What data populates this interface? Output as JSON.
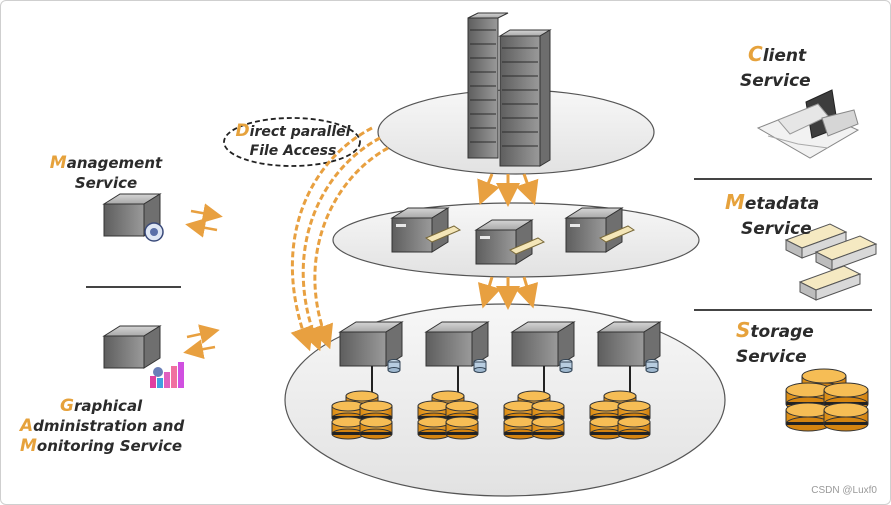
{
  "services": {
    "management": {
      "initial": "M",
      "rest": "anagement",
      "line2": "Service"
    },
    "gui": {
      "line1_initial": "G",
      "line1_rest": "raphical",
      "line2_initial": "A",
      "line2_rest": "dministration and",
      "line3_initial": "M",
      "line3_rest": "onitoring Service"
    },
    "client": {
      "initial": "C",
      "rest": "lient",
      "line2": "Service"
    },
    "metadata": {
      "initial": "M",
      "rest": "etadata",
      "line2": "Service"
    },
    "storage": {
      "initial": "S",
      "rest": "torage",
      "line2": "Service"
    }
  },
  "direct_access": {
    "initial": "D",
    "rest": "irect parallel",
    "line2": "File Access"
  },
  "watermark": "CSDN @Luxf0",
  "colors": {
    "accent": "#e6a23c",
    "arrow": "#e8a040",
    "ellipse_fill": "#ededed",
    "ellipse_stroke": "#555555",
    "server_body": "#8d8d8d",
    "disk": "#f0a020"
  }
}
